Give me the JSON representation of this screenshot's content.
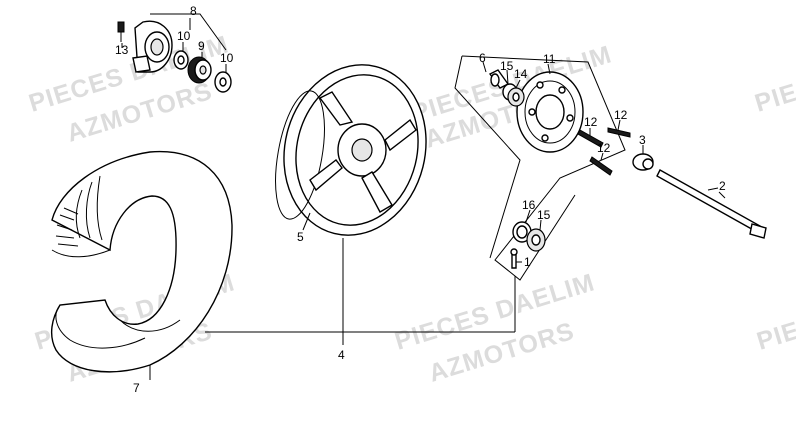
{
  "watermarks": [
    "PIECES DAELIM",
    "AZMOTORS",
    "PIECES DAELIM",
    "AZMOTORS",
    "PIECES DAELIM",
    "AZMOTORS",
    "PIECES DAELIM",
    "AZMOTORS",
    "PIECES",
    "PIECES"
  ],
  "callouts": {
    "c1": "1",
    "c2": "2",
    "c3": "3",
    "c4": "4",
    "c5": "5",
    "c6": "6",
    "c7": "7",
    "c8": "8",
    "c9": "9",
    "c10a": "10",
    "c10b": "10",
    "c11": "11",
    "c12a": "12",
    "c12b": "12",
    "c12c": "12",
    "c13": "13",
    "c14": "14",
    "c15a": "15",
    "c15b": "15",
    "c16": "16"
  }
}
